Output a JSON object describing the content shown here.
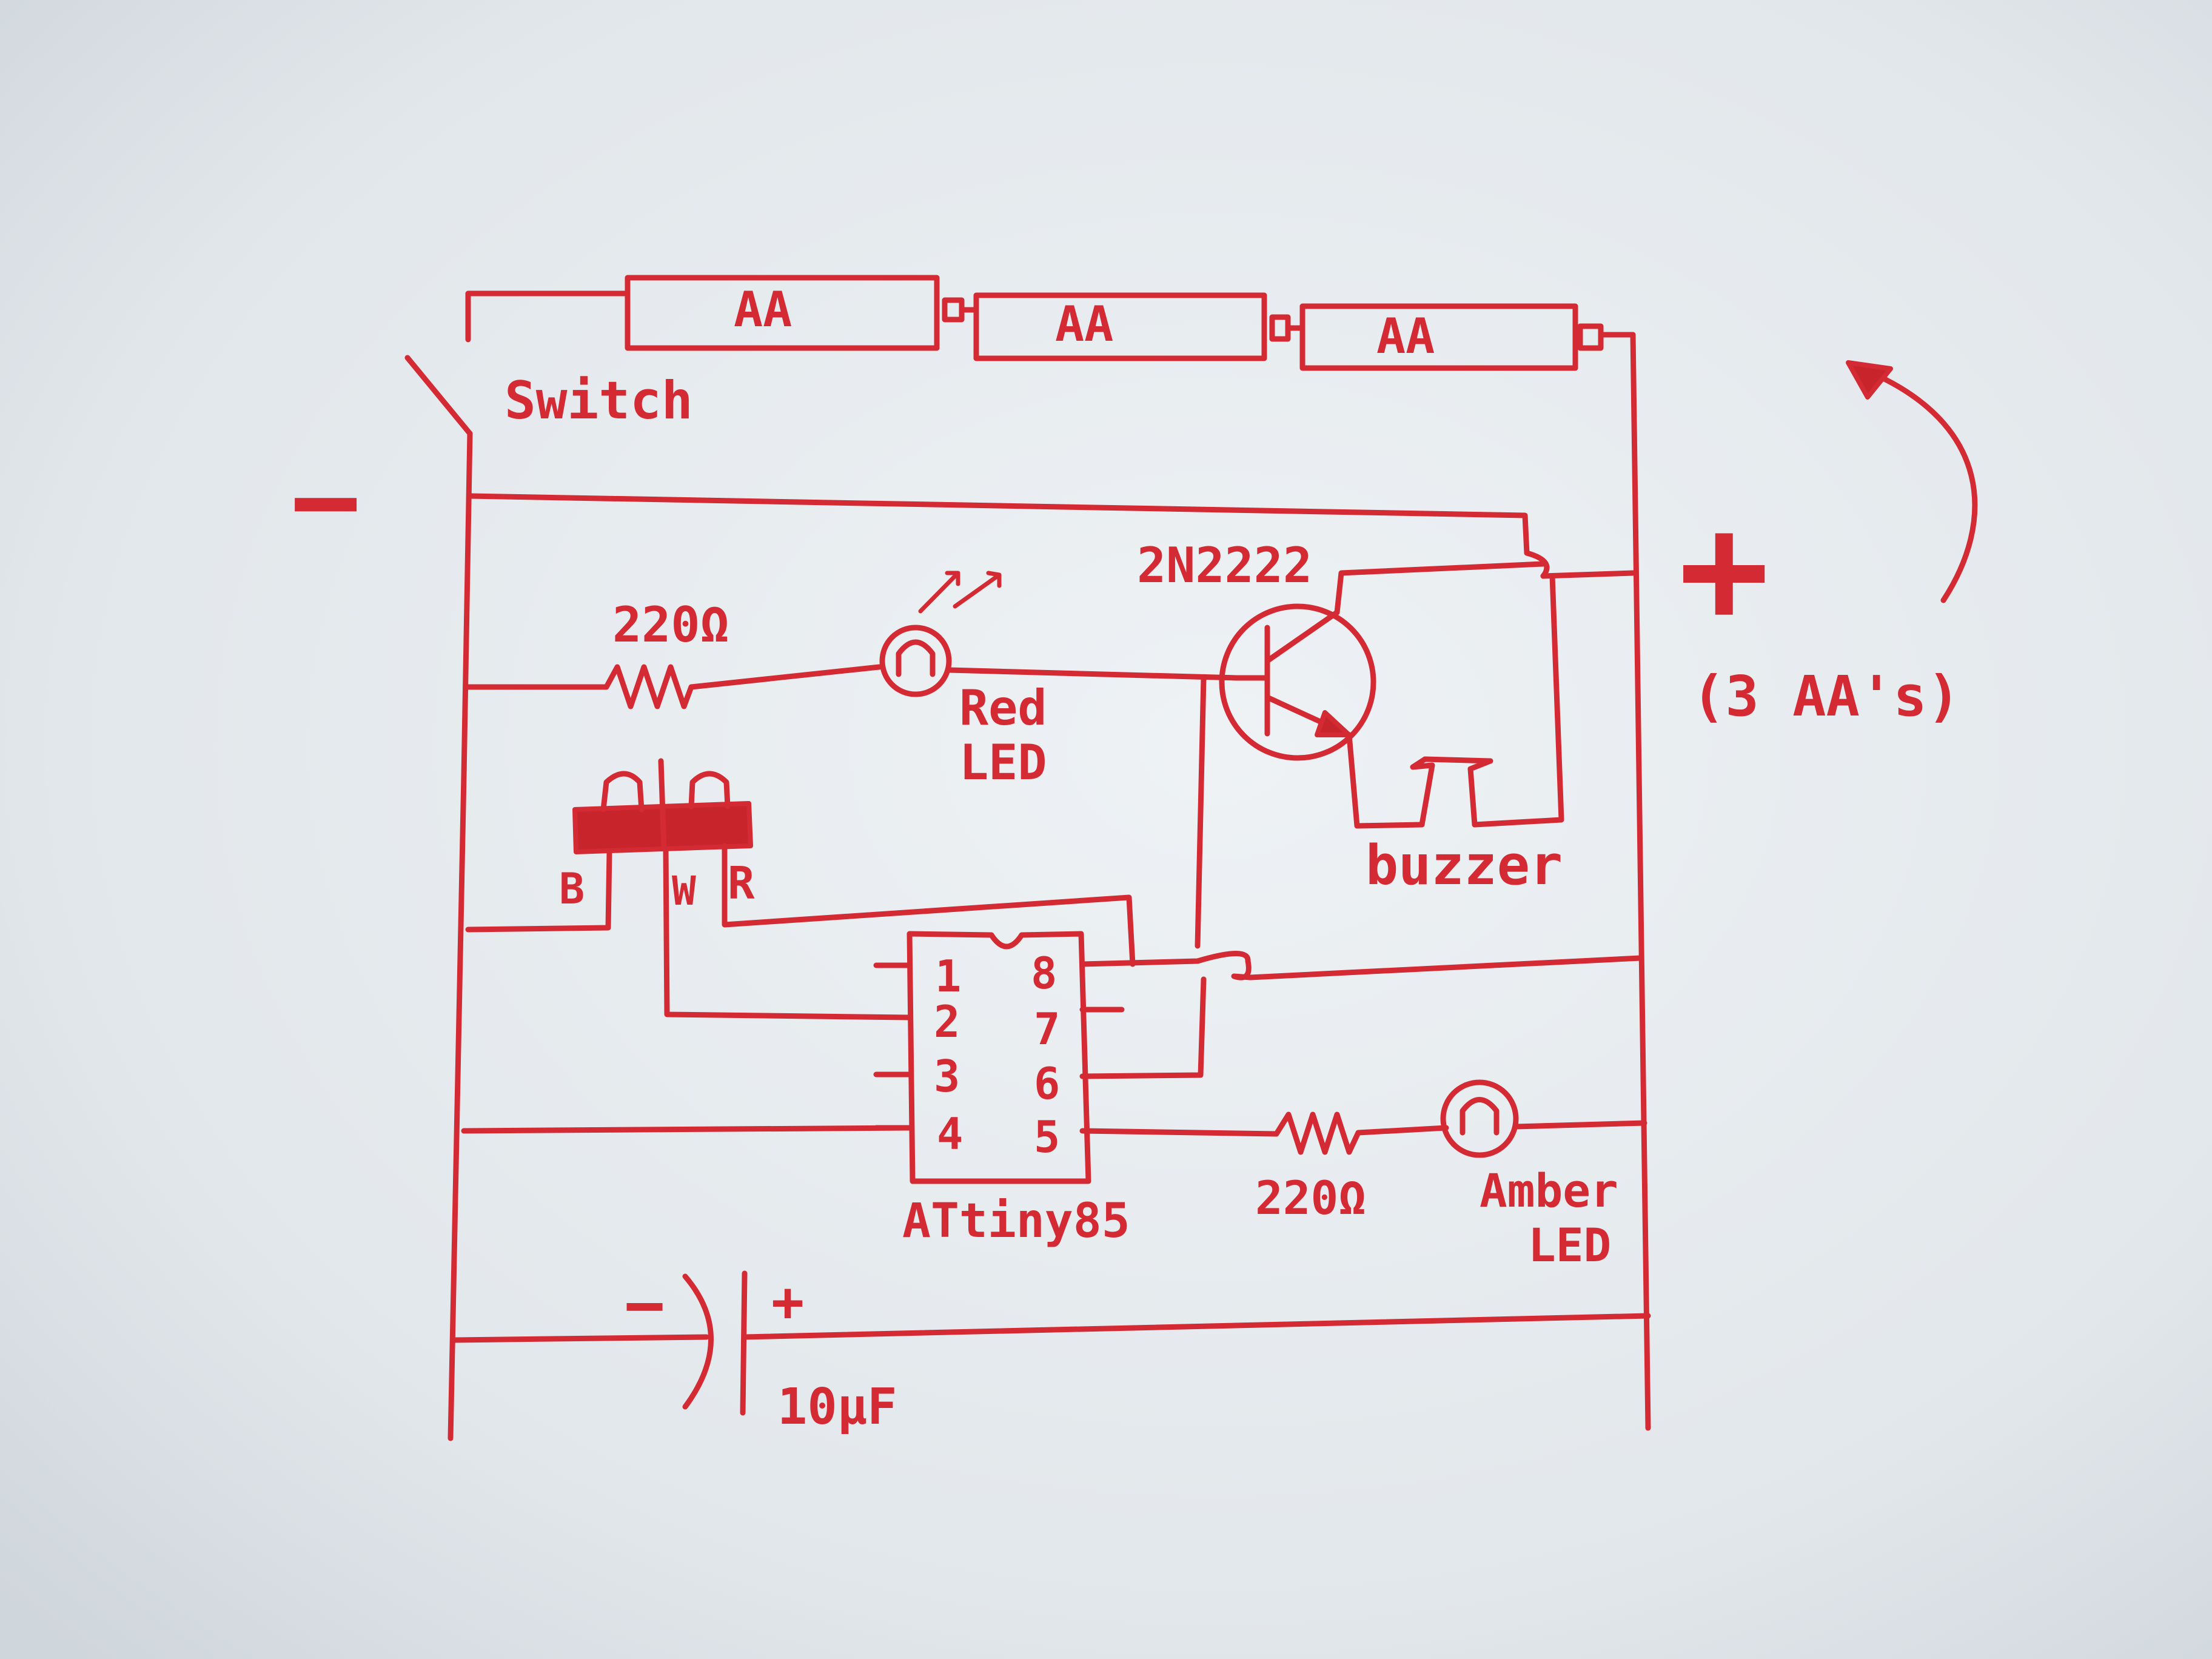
{
  "colors": {
    "ink": "#d42a33",
    "paper": "#e3e8ec"
  },
  "batteries": {
    "cell_label": "AA"
  },
  "switch": {
    "label": "Switch"
  },
  "polarity": {
    "minus": "−",
    "plus": "+",
    "source_note": "(3 AA's)"
  },
  "resistor_top": {
    "value": "220Ω"
  },
  "red_led": {
    "line1": "Red",
    "line2": "LED"
  },
  "transistor": {
    "part": "2N2222"
  },
  "buzzer": {
    "label": "buzzer"
  },
  "connector": {
    "pin_b": "B",
    "pin_w": "W",
    "pin_r": "R"
  },
  "chip": {
    "name": "ATtiny85",
    "pins_left": [
      "1",
      "2",
      "3",
      "4"
    ],
    "pins_right": [
      "8",
      "7",
      "6",
      "5"
    ]
  },
  "resistor_bottom": {
    "value": "220Ω"
  },
  "amber_led": {
    "line1": "Amber",
    "line2": "LED"
  },
  "capacitor": {
    "value": "10µF",
    "minus": "−",
    "plus": "+"
  }
}
